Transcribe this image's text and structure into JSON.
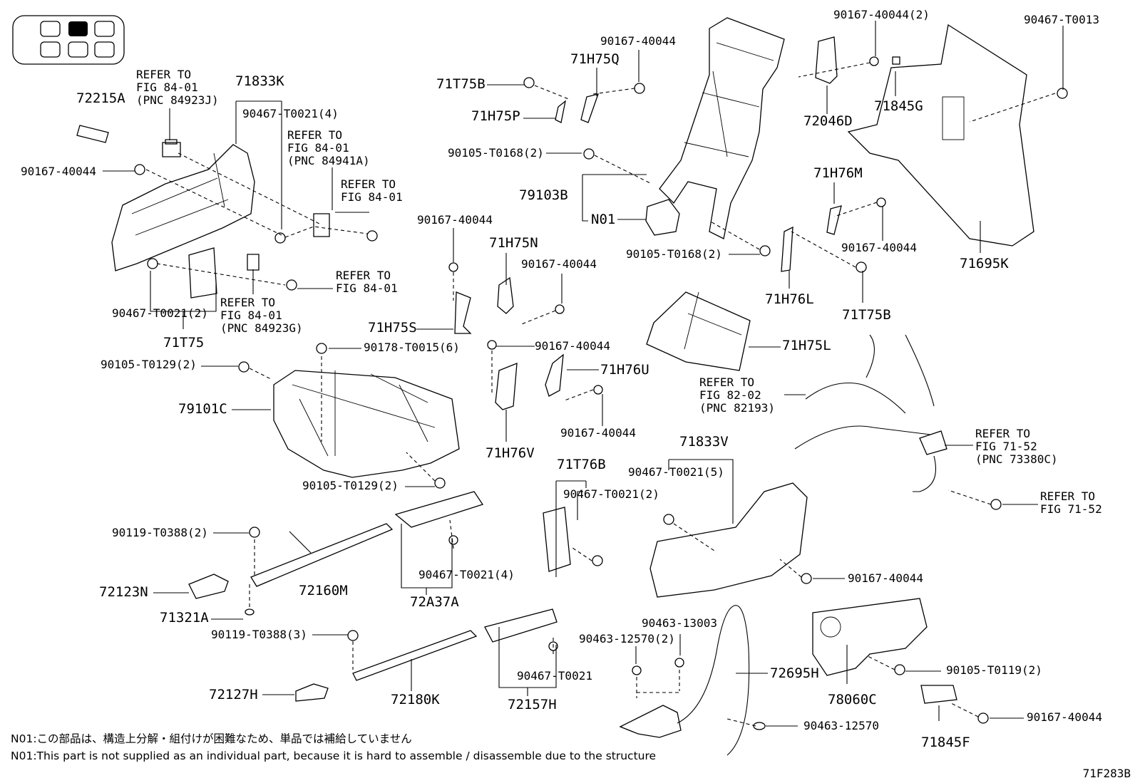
{
  "labels": {
    "p72215A": "72215A",
    "refer_84923J": "REFER TO\nFIG 84-01\n(PNC 84923J)",
    "p71833K": "71833K",
    "p90467_T0021_4a": "90467-T0021(4)",
    "refer_84941A": "REFER TO\nFIG 84-01\n(PNC 84941A)",
    "refer_84_01a": "REFER TO\nFIG 84-01",
    "p90167_40044_a": "90167-40044",
    "refer_84_01b": "REFER TO\nFIG 84-01",
    "refer_84923G": "REFER TO\nFIG 84-01\n(PNC 84923G)",
    "p90467_T0021_2a": "90467-T0021(2)",
    "p71T75": "71T75",
    "p90105_T0129_2a": "90105-T0129(2)",
    "p79101C": "79101C",
    "p90178_T0015_6": "90178-T0015(6)",
    "p90105_T0129_2b": "90105-T0129(2)",
    "p90119_T0388_2": "90119-T0388(2)",
    "p72123N": "72123N",
    "p72160M": "72160M",
    "p71321A": "71321A",
    "p90119_T0388_3": "90119-T0388(3)",
    "p72127H": "72127H",
    "p72180K": "72180K",
    "p72A37A": "72A37A",
    "p90467_T0021_4b": "90467-T0021(4)",
    "p90467_T0021": "90467-T0021",
    "p72157H": "72157H",
    "p90167_40044_b": "90167-40044",
    "p71H75Q": "71H75Q",
    "p71T75B_a": "71T75B",
    "p71H75P": "71H75P",
    "p90105_T0168_2a": "90105-T0168(2)",
    "p79103B": "79103B",
    "pN01": "N01",
    "p90167_40044_c": "90167-40044",
    "p71H75N": "71H75N",
    "p90167_40044_d": "90167-40044",
    "p71H75S": "71H75S",
    "p90167_40044_e": "90167-40044",
    "p71H76U": "71H76U",
    "p71H76V": "71H76V",
    "p90167_40044_f": "90167-40044",
    "p90105_T0168_2b": "90105-T0168(2)",
    "p90167_40044_2": "90167-40044(2)",
    "p72046D": "72046D",
    "p71845G": "71845G",
    "p90467_T0013": "90467-T0013",
    "p71695K": "71695K",
    "p71H76M": "71H76M",
    "p90167_40044_g": "90167-40044",
    "p71H76L": "71H76L",
    "p71T75B_b": "71T75B",
    "p71H75L": "71H75L",
    "refer_82193": "REFER TO\nFIG 82-02\n(PNC 82193)",
    "refer_73380C": "REFER TO\nFIG 71-52\n(PNC 73380C)",
    "refer_71_52": "REFER TO\nFIG 71-52",
    "p71T76B": "71T76B",
    "p90467_T0021_2b": "90467-T0021(2)",
    "p71833V": "71833V",
    "p90467_T0021_5": "90467-T0021(5)",
    "p90167_40044_h": "90167-40044",
    "p90463_13003": "90463-13003",
    "p90463_12570_2": "90463-12570(2)",
    "p72695H": "72695H",
    "p90463_12570": "90463-12570",
    "p78060C": "78060C",
    "p90105_T0119_2": "90105-T0119(2)",
    "p90167_40044_i": "90167-40044",
    "p71845F": "71845F"
  },
  "notes": {
    "jp": "N01:この部品は、構造上分解・組付けが困難なため、単品では補給していません",
    "en": "N01:This part is not supplied as an individual part, because it is hard to assemble / disassemble due to the structure"
  },
  "figure_code": "71F283B"
}
